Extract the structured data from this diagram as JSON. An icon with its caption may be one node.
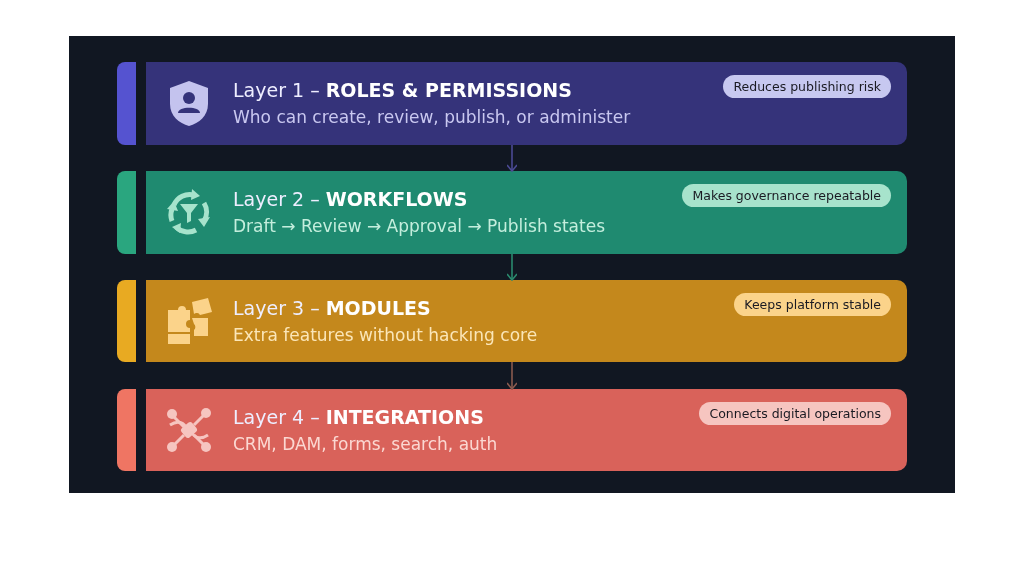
{
  "diagram": {
    "nodes": [
      {
        "text": [
          "Layer 1 – **ROLES & PERMISSIONS**",
          "Who can create, review, publish, or administer"
        ]
      },
      {
        "text": [
          "Reduces publishing risk"
        ],
        "in": 0
      },
      {
        "text": [
          "Layer 2 – **WORKFLOWS**",
          "Draft → Review → Approval → Publish states"
        ]
      },
      {
        "text": [
          "Makes governance repeatable"
        ],
        "in": 2
      },
      {
        "text": [
          "Layer 3 – **MODULES**",
          "Extra features without hacking core"
        ]
      },
      {
        "text": [
          "Keeps platform stable"
        ],
        "in": 4
      },
      {
        "text": [
          "Layer 4 – **INTEGRATIONS**",
          "CRM, DAM, forms, search, auth"
        ]
      },
      {
        "text": [
          "Connects digital operations"
        ],
        "in": 6
      }
    ],
    "edges": [
      {
        "from": 0,
        "to": 2,
        "arrow": "to",
        "color": "#4b4a94"
      },
      {
        "from": 2,
        "to": 4,
        "arrow": "to",
        "color": "#2a8a6e"
      },
      {
        "from": 4,
        "to": 6,
        "arrow": "to",
        "color": "#8a5a4e"
      }
    ]
  }
}
